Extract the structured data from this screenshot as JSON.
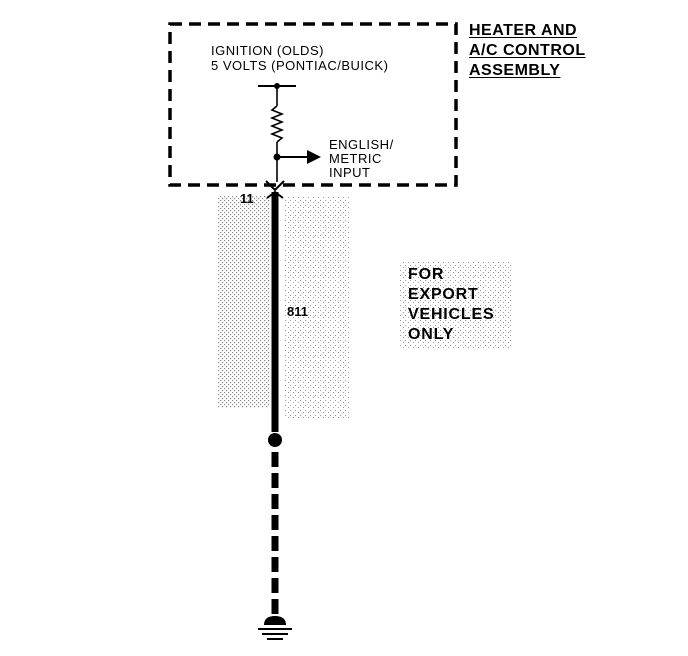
{
  "assembly": {
    "title_line1": "HEATER AND",
    "title_line2": "A/C CONTROL",
    "title_line3": "ASSEMBLY"
  },
  "supply": {
    "line1": "IGNITION (OLDS)",
    "line2": "5 VOLTS (PONTIAC/BUICK)"
  },
  "input": {
    "line1": "ENGLISH/",
    "line2": "METRIC",
    "line3": "INPUT"
  },
  "terminal": "11",
  "wire_circuit": "811",
  "note": {
    "line1": "FOR",
    "line2": "EXPORT",
    "line3": "VEHICLES",
    "line4": "ONLY"
  },
  "colors": {
    "ink": "#000000",
    "shading": "#9a9a9a"
  }
}
